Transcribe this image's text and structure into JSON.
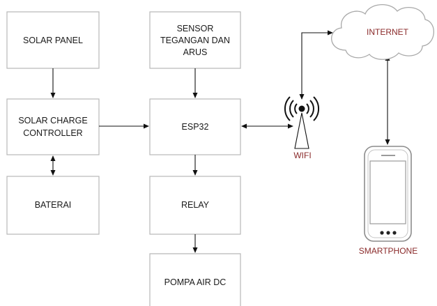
{
  "blocks": {
    "solar_panel": "SOLAR PANEL",
    "sensor": [
      "SENSOR",
      "TEGANGAN DAN",
      "ARUS"
    ],
    "scc": [
      "SOLAR CHARGE",
      "CONTROLLER"
    ],
    "esp32": "ESP32",
    "baterai": "BATERAI",
    "relay": "RELAY",
    "pompa": "POMPA AIR DC"
  },
  "nodes": {
    "wifi": "WIFI",
    "internet": "INTERNET",
    "smartphone": "SMARTPHONE"
  },
  "icons": {
    "wifi": "wifi-tower-icon",
    "internet": "cloud-icon",
    "smartphone": "smartphone-icon"
  },
  "colors": {
    "box_border": "#b8b8b8",
    "arrow": "#111111",
    "node_label": "#8a2a2a"
  }
}
